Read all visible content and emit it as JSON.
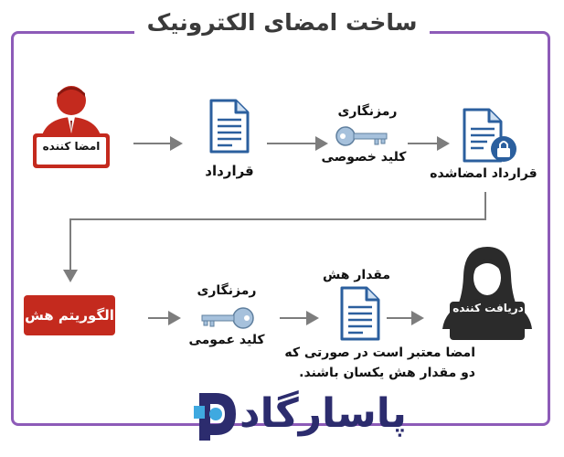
{
  "title": "ساخت امضای الکترونیک",
  "signer": {
    "label": "امضا کننده"
  },
  "contract": {
    "label": "قرارداد"
  },
  "encrypt_top": {
    "label": "رمزنگاری",
    "key_label": "کلید خصوصی"
  },
  "signed_contract": {
    "label": "قرارداد امضاشده"
  },
  "hash_algorithm": {
    "label": "الگوریتم هش"
  },
  "encrypt_bottom": {
    "label": "رمزنگاری",
    "key_label": "کلید عمومی"
  },
  "hash_value": {
    "label": "مقدار هش"
  },
  "receiver": {
    "label": "دریافت کننده"
  },
  "note": {
    "line1": "امضا معتبر است در صورتی که",
    "line2": "دو مقدار هش یکسان باشند."
  },
  "logo": {
    "text": "پاسارگاد"
  },
  "colors": {
    "frame": "#8d5bb8",
    "doc": "#2b5f9e",
    "red": "#c42a1e",
    "key": "#a6c1dc",
    "arrow": "#7d7d7d"
  }
}
